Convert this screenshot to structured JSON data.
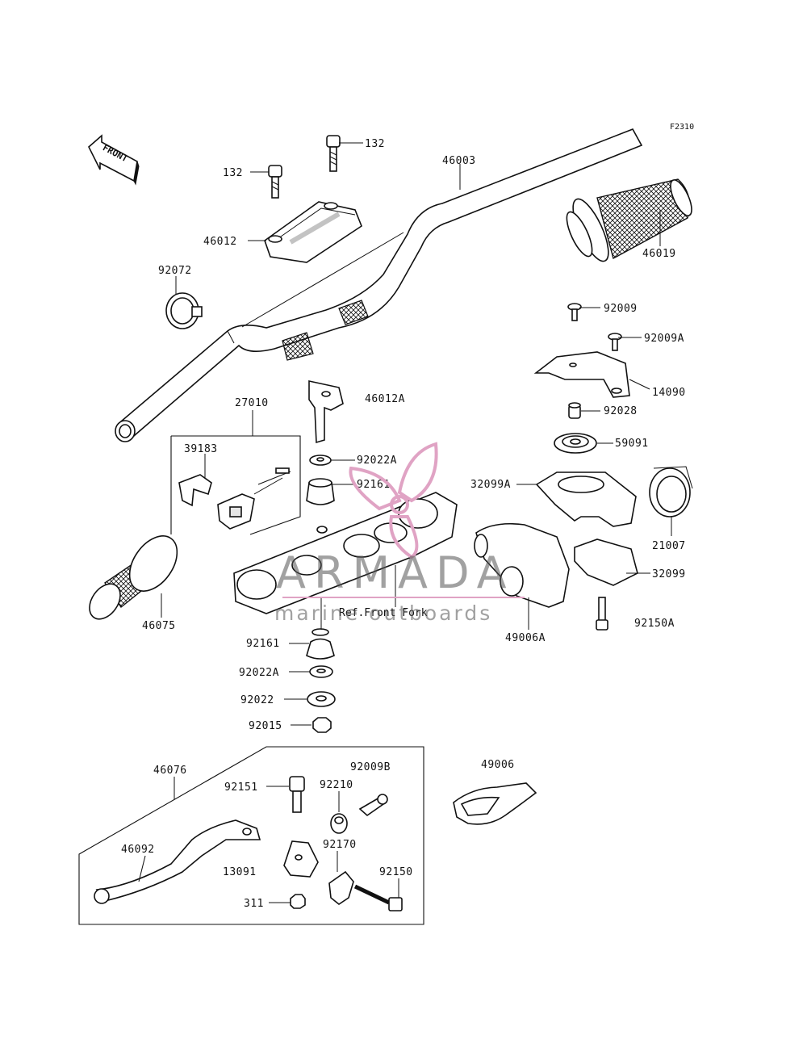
{
  "figure_code": "F2310",
  "front_arrow_label": "FRONT",
  "reference_note": "Ref.Front Fork",
  "watermark": {
    "brand": "ARMADA",
    "tagline": "marine outboards",
    "accent_color": "#e0a3c4"
  },
  "part_labels": {
    "p132_top": "132",
    "p132_left": "132",
    "p46003": "46003",
    "p46012": "46012",
    "p92072": "92072",
    "p46019": "46019",
    "p92009": "92009",
    "p92009A": "92009A",
    "p14090": "14090",
    "p92028": "92028",
    "p27010": "27010",
    "p46012A": "46012A",
    "p39183": "39183",
    "p92022A_upper": "92022A",
    "p59091": "59091",
    "p92161_upper": "92161",
    "p32099A": "32099A",
    "p21007": "21007",
    "p32099": "32099",
    "p46075": "46075",
    "p49006A": "49006A",
    "p92150A": "92150A",
    "p92161_lower": "92161",
    "p92022A_lower": "92022A",
    "p92022": "92022",
    "p92015": "92015",
    "p46076": "46076",
    "p92009B": "92009B",
    "p49006": "49006",
    "p92151": "92151",
    "p92210": "92210",
    "p46092": "46092",
    "p92170": "92170",
    "p13091": "13091",
    "p92150": "92150",
    "p311": "311"
  }
}
